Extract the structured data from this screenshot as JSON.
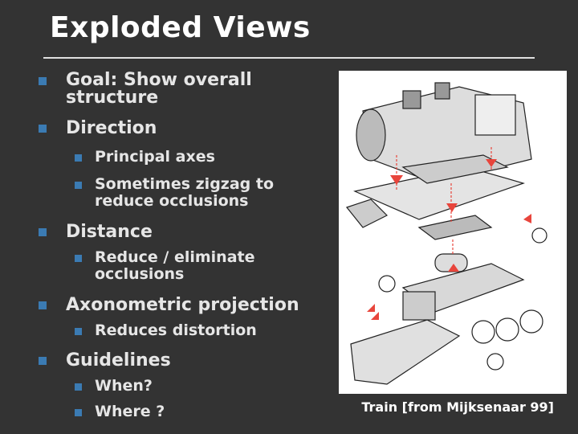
{
  "slide": {
    "title": "Exploded Views",
    "bullets": [
      {
        "text": "Goal: Show overall structure",
        "line1": "Goal: Show overall",
        "line2": "structure"
      },
      {
        "text": "Direction"
      },
      {
        "text": "Principal axes"
      },
      {
        "text": "Sometimes zigzag to reduce occlusions",
        "line1": "Sometimes zigzag to",
        "line2": "reduce occlusions"
      },
      {
        "text": "Distance"
      },
      {
        "text": "Reduce / eliminate occlusions",
        "line1": "Reduce / eliminate",
        "line2": "occlusions"
      },
      {
        "text": "Axonometric projection"
      },
      {
        "text": "Reduces distortion"
      },
      {
        "text": "Guidelines"
      },
      {
        "text": "When?"
      },
      {
        "text": "Where ?"
      }
    ],
    "figure_caption": "Train [from Mijksenaar 99]"
  },
  "colors": {
    "background": "#333333",
    "bullet": "#3b7bb3",
    "text": "#e6e6e6",
    "arrow": "#e8453c"
  }
}
